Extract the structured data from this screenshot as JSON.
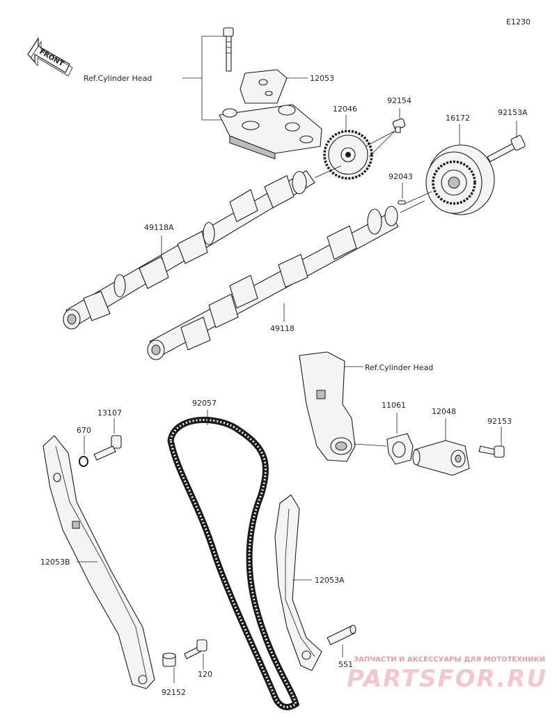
{
  "diagram_code": "E1230",
  "front_label": "FRONT",
  "ref_labels": {
    "top": "Ref.Cylinder Head",
    "right": "Ref.Cylinder Head"
  },
  "parts": {
    "p12053": "12053",
    "p12046": "12046",
    "p92154": "92154",
    "p16172": "16172",
    "p92153A": "92153A",
    "p92043": "92043",
    "p49118A": "49118A",
    "p49118": "49118",
    "p11061": "11061",
    "p12048": "12048",
    "p92153": "92153",
    "p13107": "13107",
    "p670": "670",
    "p92057": "92057",
    "p12053B": "12053B",
    "p12053A": "12053A",
    "p551": "551",
    "p120": "120",
    "p92152": "92152"
  },
  "watermark": {
    "tagline": "ЗАПЧАСТИ И АКСЕССУАРЫ ДЛЯ МОТОТЕХНИКИ",
    "brand": "PARTSFOR.RU"
  }
}
